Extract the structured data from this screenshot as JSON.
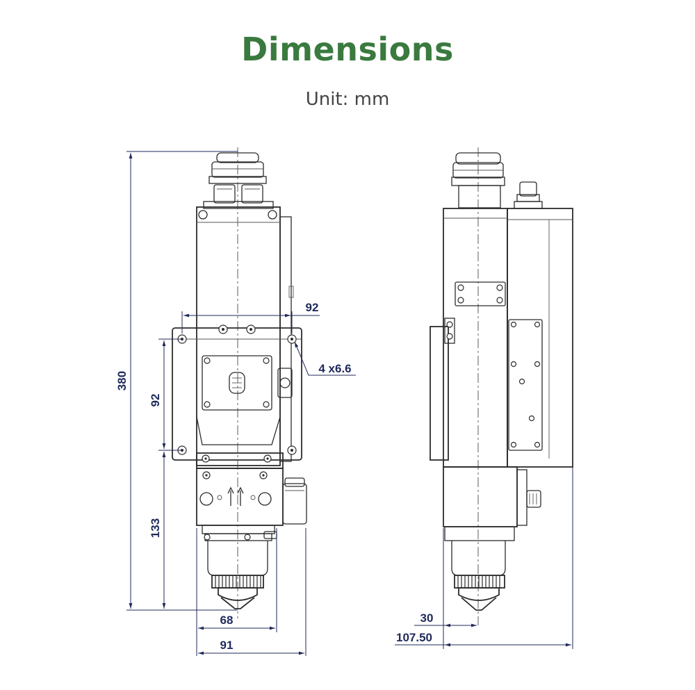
{
  "header": {
    "title": "Dimensions",
    "subtitle": "Unit: mm",
    "title_color": "#3a7a3f"
  },
  "dimensions": {
    "overall_height": "380",
    "mount_span_horizontal": "92",
    "mount_span_vertical": "92",
    "mount_holes": "4 x6.6",
    "mount_to_tip": "133",
    "nozzle_section_width": "68",
    "body_width": "91",
    "nozzle_offset": "30",
    "side_depth": "107.50"
  },
  "colors": {
    "dimension_text": "#1f2a5a",
    "outline": "#2b2b2b"
  }
}
